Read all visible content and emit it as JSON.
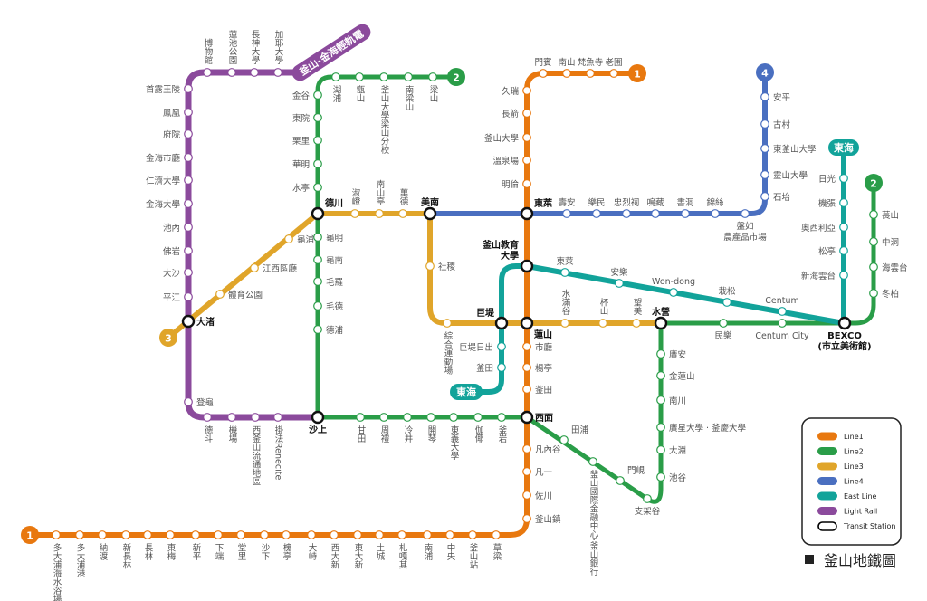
{
  "title": "釜山地鐵圖",
  "legend": [
    {
      "label": "Line1",
      "color": "#e8780f"
    },
    {
      "label": "Line2",
      "color": "#2a9d48"
    },
    {
      "label": "Line3",
      "color": "#e0a52a"
    },
    {
      "label": "Line4",
      "color": "#4a6fc0"
    },
    {
      "label": "East Line",
      "color": "#12a39a"
    },
    {
      "label": "Light Rall",
      "color": "#8b4a9c"
    },
    {
      "label": "Transit Station",
      "color": "#000000"
    }
  ],
  "lines": {
    "light_rail": {
      "color": "#8b4a9c",
      "badges": [
        "釜山-金海輕軌電"
      ],
      "stations": [
        "博物館",
        "蓮池公園",
        "長神大學",
        "加耶大學",
        "首露王陵",
        "鳳凰",
        "府院",
        "金海市廳",
        "仁濟大學",
        "金海大學",
        "池內",
        "佛岩",
        "大沙",
        "平江",
        "登龜",
        "德斗",
        "機場",
        "西釜山流通地區",
        "掛法Renecite"
      ]
    },
    "line2": {
      "color": "#2a9d48",
      "badges": [
        "2",
        "2"
      ],
      "stations": [
        "梁山",
        "南梁山",
        "釜山大學梁山分校",
        "甑山",
        "湖浦",
        "金谷",
        "東院",
        "栗里",
        "華明",
        "水亭",
        "龜明",
        "龜南",
        "毛羅",
        "毛德",
        "德浦",
        "甘田",
        "周禮",
        "冷井",
        "開琴",
        "東義大學",
        "伽倻",
        "釜岩",
        "田浦",
        "釜山國際金融中心·釜山銀行",
        "門峴",
        "支架谷",
        "池谷",
        "大淵",
        "廣星大學 · 釜慶大學",
        "南川",
        "金蓮山",
        "廣安",
        "民樂",
        "Centum City",
        "冬柏",
        "海雲台",
        "中洞",
        "萇山"
      ]
    },
    "line1": {
      "color": "#e8780f",
      "badges": [
        "1",
        "1"
      ],
      "stations": [
        "老圃",
        "梵魚寺",
        "南山",
        "門賓",
        "久瑞",
        "長箭",
        "釜山大學",
        "溫泉場",
        "明倫",
        "市廳",
        "楊亭",
        "釜田",
        "凡內谷",
        "凡一",
        "佐川",
        "釜山鎮",
        "草梁",
        "釜山站",
        "中央",
        "南浦",
        "札嘎其",
        "土城",
        "東大新",
        "西大新",
        "大峙",
        "槐亭",
        "沙下",
        "堂里",
        "下端",
        "新平",
        "東梅",
        "長林",
        "新長林",
        "納渡",
        "多大浦港",
        "多大浦海水浴場"
      ]
    },
    "line3": {
      "color": "#e0a52a",
      "badges": [
        "3"
      ],
      "stations": [
        "體育公園",
        "江西區廳",
        "龜浦",
        "淑嶝",
        "南山亭",
        "萬德",
        "社稷",
        "綜合運動場",
        "水滿谷",
        "杯山",
        "望美"
      ]
    },
    "line4": {
      "color": "#4a6fc0",
      "badges": [
        "4"
      ],
      "stations": [
        "壽安",
        "樂民",
        "忠烈祠",
        "鳴藏",
        "書洞",
        "錦絲",
        "盤如\n農產品市場",
        "石坮",
        "靈山大學",
        "東釜山大學",
        "古村",
        "安平"
      ]
    },
    "east_line": {
      "color": "#12a39a",
      "badges": [
        "東海",
        "東海"
      ],
      "stations": [
        "日光",
        "機張",
        "奧西利亞",
        "松亭",
        "新海雲台",
        "Centum",
        "栽松",
        "Won-dong",
        "安樂",
        "東萊",
        "巨堤日出",
        "釜田"
      ]
    }
  },
  "transfer_stations": [
    "大渚",
    "德川",
    "美南",
    "東萊",
    "釜山教育\n大學",
    "巨堤",
    "蓮山",
    "水營",
    "BEXCO\n(市立美術館)",
    "沙上",
    "西面"
  ]
}
